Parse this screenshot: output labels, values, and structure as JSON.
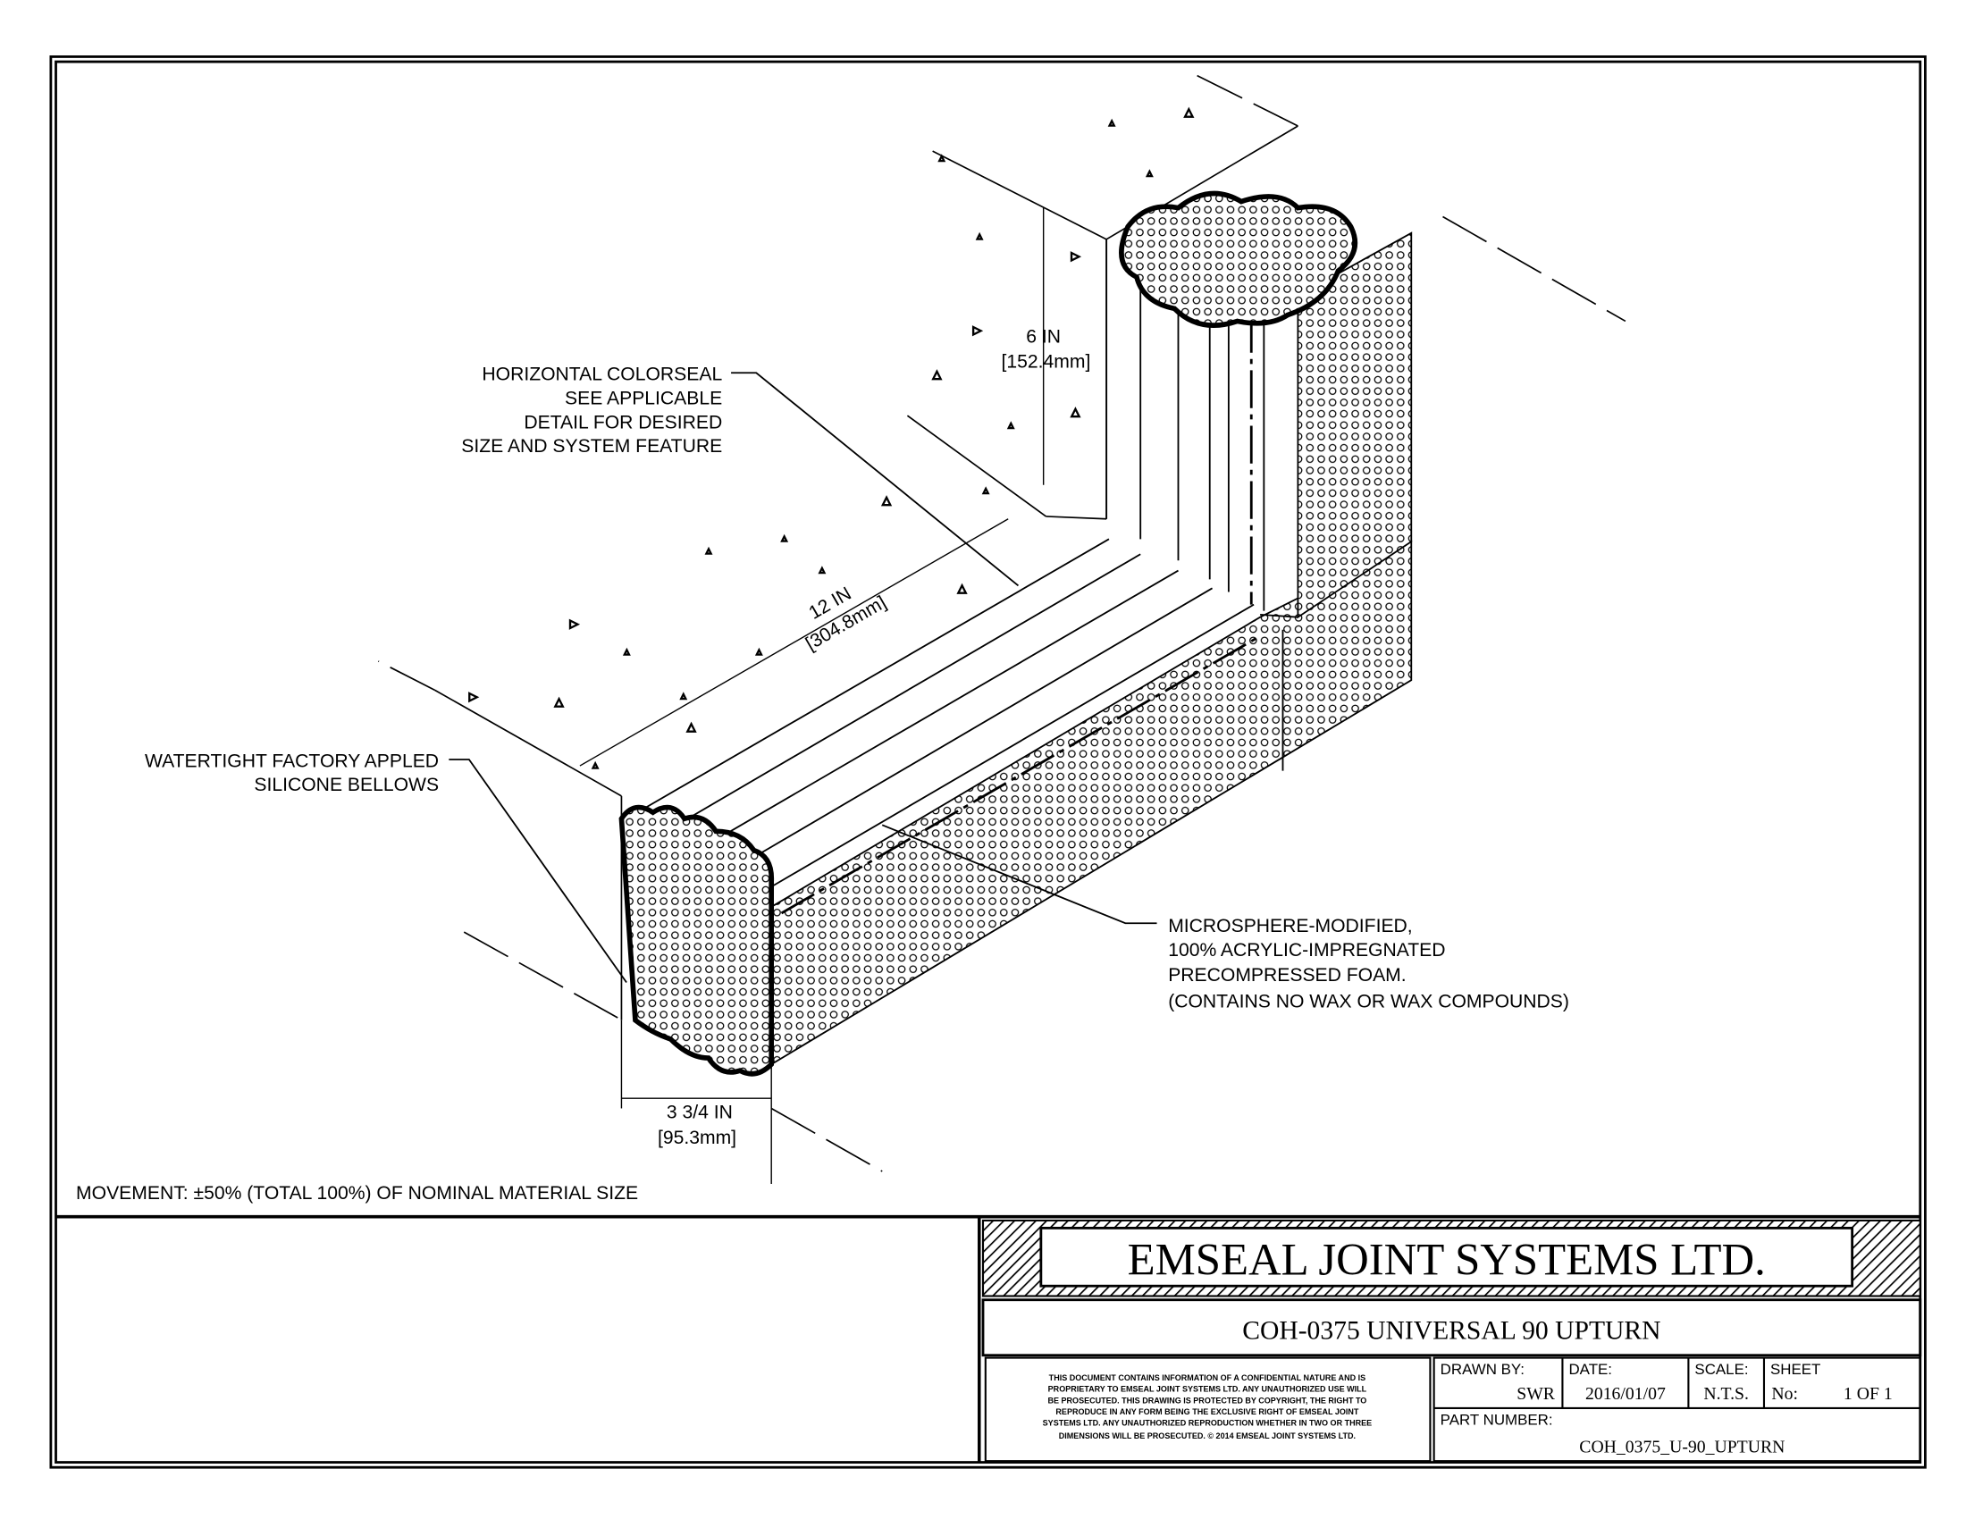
{
  "drawing": {
    "callouts": {
      "horizontal_colorseal": [
        "HORIZONTAL COLORSEAL",
        "SEE APPLICABLE",
        "DETAIL FOR DESIRED",
        "SIZE AND SYSTEM FEATURE"
      ],
      "bellows": [
        "WATERTIGHT FACTORY APPLED",
        "SILICONE BELLOWS"
      ],
      "foam": [
        "MICROSPHERE-MODIFIED,",
        "100% ACRYLIC-IMPREGNATED",
        "PRECOMPRESSED FOAM.",
        "(CONTAINS NO WAX OR WAX COMPOUNDS)"
      ]
    },
    "dimensions": {
      "height": [
        "6 IN",
        "[152.4mm]"
      ],
      "length": [
        "12 IN",
        "[304.8mm]"
      ],
      "width": [
        "3 3/4 IN",
        "[95.3mm]"
      ]
    },
    "movement_note": "MOVEMENT: ±50% (TOTAL 100%) OF NOMINAL MATERIAL SIZE"
  },
  "title_block": {
    "company": "EMSEAL JOINT SYSTEMS LTD.",
    "title": "COH-0375 UNIVERSAL 90 UPTURN",
    "legal": [
      "THIS DOCUMENT CONTAINS INFORMATION OF A CONFIDENTIAL NATURE AND IS",
      "PROPRIETARY TO EMSEAL JOINT SYSTEMS LTD. ANY UNAUTHORIZED USE WILL",
      "BE PROSECUTED. THIS DRAWING IS PROTECTED BY COPYRIGHT, THE RIGHT TO",
      "REPRODUCE IN ANY FORM BEING THE EXCLUSIVE RIGHT OF EMSEAL JOINT",
      "SYSTEMS LTD. ANY UNAUTHORIZED REPRODUCTION WHETHER IN TWO OR THREE",
      "DIMENSIONS WILL BE PROSECUTED. © 2014 EMSEAL JOINT SYSTEMS LTD."
    ],
    "drawn_by_label": "DRAWN BY:",
    "drawn_by": "SWR",
    "date_label": "DATE:",
    "date": "2016/01/07",
    "scale_label": "SCALE:",
    "scale": "N.T.S.",
    "sheet_label": "SHEET",
    "sheet_no_label": "No:",
    "sheet": "1 OF 1",
    "part_number_label": "PART NUMBER:",
    "part_number": "COH_0375_U-90_UPTURN"
  }
}
